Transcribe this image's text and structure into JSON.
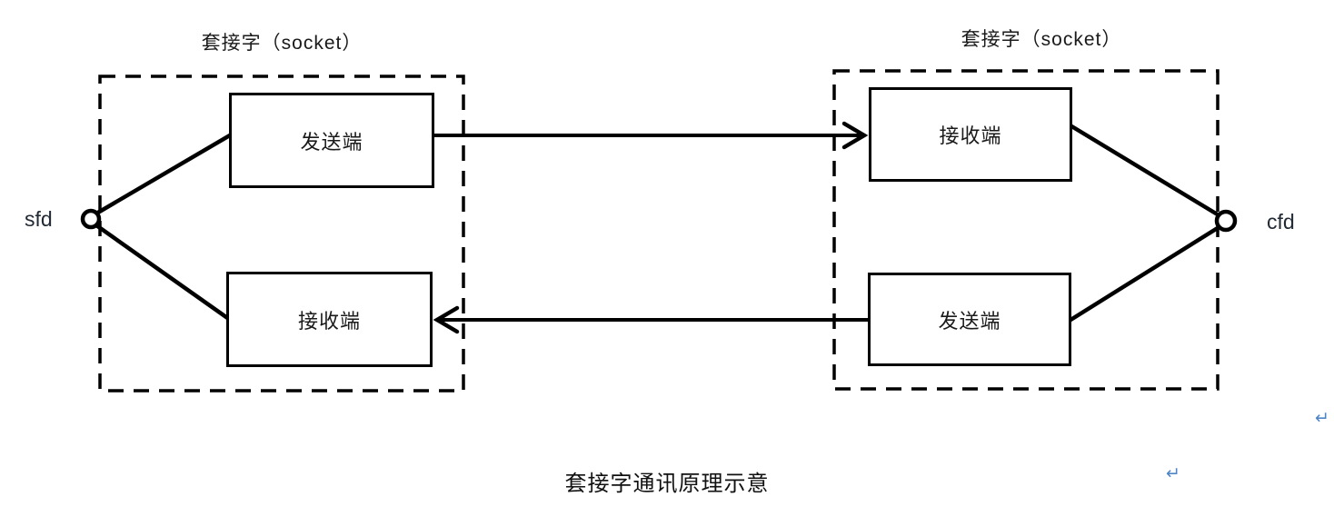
{
  "titles": {
    "left": "套接字（socket）",
    "right": "套接字（socket）"
  },
  "nodes": {
    "left_top": "发送端",
    "left_bottom": "接收端",
    "right_top": "接收端",
    "right_bottom": "发送端"
  },
  "endpoints": {
    "left": "sfd",
    "right": "cfd"
  },
  "caption": "套接字通讯原理示意",
  "marks": {
    "paragraph_return": "↵"
  },
  "colors": {
    "stroke": "#000000",
    "text": "#1a1a1a",
    "return_mark": "#4e86c8",
    "background": "#ffffff"
  }
}
